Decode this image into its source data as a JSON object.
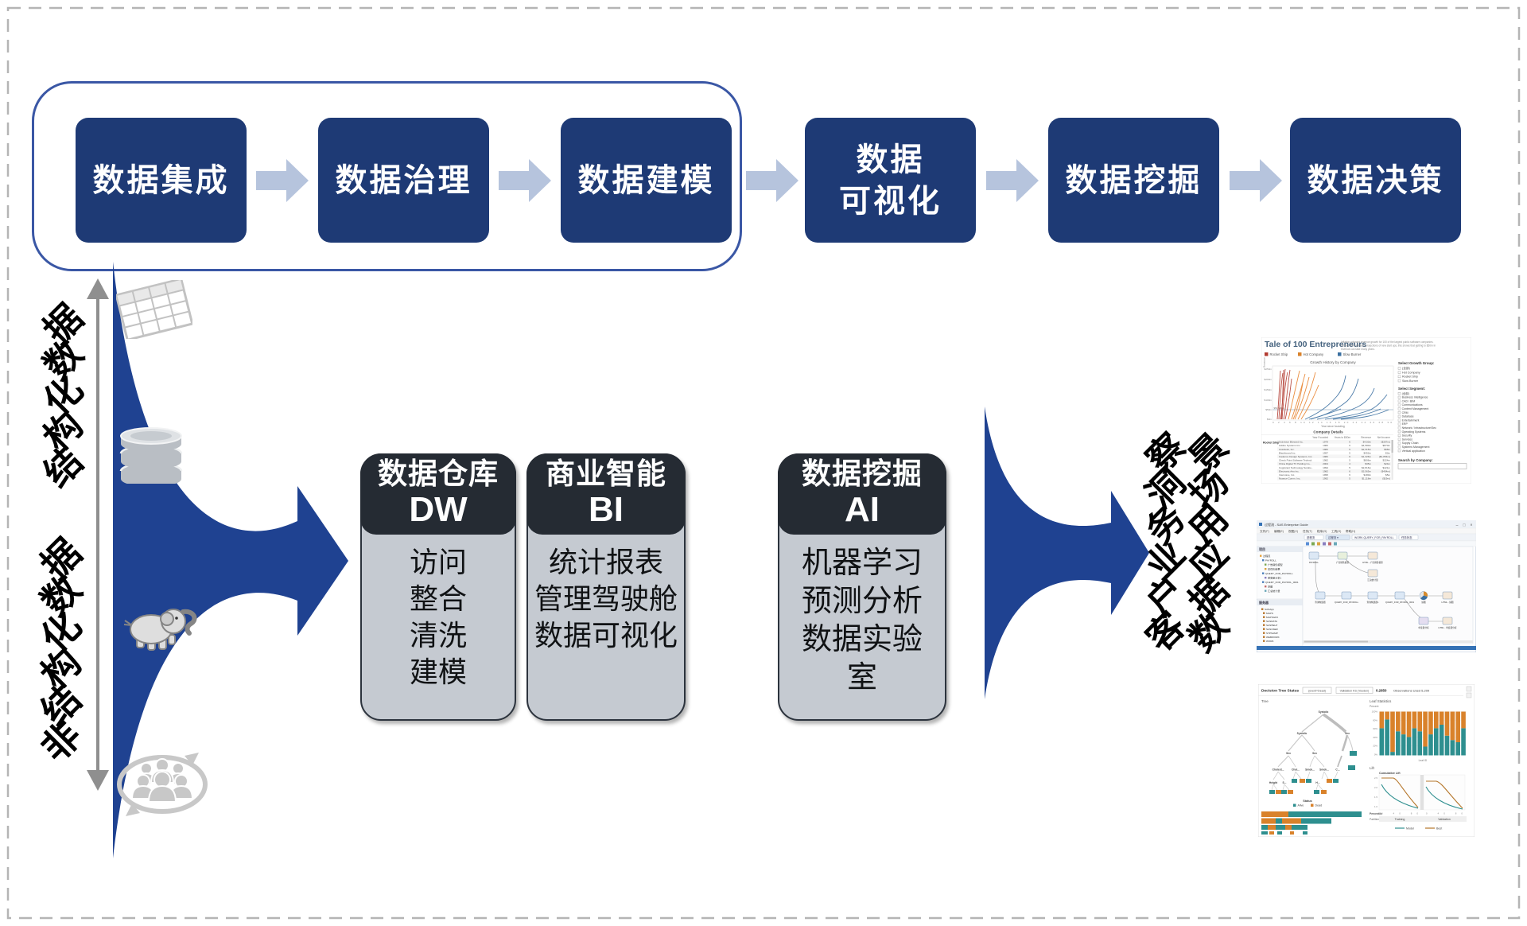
{
  "top_flow": {
    "steps": [
      "数据集成",
      "数据治理",
      "数据建模",
      "数据\n可视化",
      "数据挖掘",
      "数据决策"
    ]
  },
  "sources": {
    "structured_label": "结构化数据",
    "unstructured_label": "非结构化数据",
    "icons": [
      "spreadsheet-table",
      "database-cylinders",
      "hadoop-elephant",
      "people-community-cycle"
    ]
  },
  "platform_boxes": [
    {
      "title": "数据仓库",
      "abbr": "DW",
      "items": [
        "访问",
        "整合",
        "清洗",
        "建模"
      ]
    },
    {
      "title": "商业智能",
      "abbr": "BI",
      "items": [
        "统计报表",
        "管理驾驶舱",
        "数据可视化"
      ]
    },
    {
      "title": "数据挖掘",
      "abbr": "AI",
      "items": [
        "机器学习",
        "预测分析",
        "数据实验室"
      ]
    }
  ],
  "outcome": {
    "line1": "客户业务洞察",
    "line2": "数据应用场景"
  },
  "colors": {
    "navy": "#1e3a75",
    "big_arrow_blue": "#1f4291",
    "flow_arrow": "#b6c4dd",
    "outline_stroke": "#3a57a5",
    "header_dark": "#252b33",
    "panel_gray": "#c5cad1",
    "teal": "#2e8f8f",
    "orange": "#d9822b",
    "red": "#b23b31",
    "blue_line": "#3a6fa0"
  },
  "thumb1": {
    "title": "Tale of 100 Entrepreneurs",
    "sub1": "Inflation adjusted revenue growth for 100 of the largest public software companies.",
    "sub2": "Despite the optimistic projections of new start ups, this shows that getting to $50m in",
    "sub3": "revenue can take many years.",
    "legend": [
      "Rocket Ship",
      "Hot Company",
      "Slow Burner"
    ],
    "chart_title": "Growth History by Company",
    "y_ticks": [
      "$250m",
      "$200m",
      "$150m",
      "$100m",
      "$50m",
      "$0m"
    ],
    "ref_label": "$50 Million",
    "x_ticks": "0  2  4  6  8  10  12  14  16  18  20  22  24  26  28  30",
    "x_label": "Year since founding",
    "y_axis_label": "Revenue",
    "group_filter_title": "Select Growth Group:",
    "group_items": [
      "(全部)",
      "Hot Company",
      "Rocket Ship",
      "Slow Burner"
    ],
    "segment_filter_title": "Select Segment:",
    "segment_items": [
      "(全部)",
      "Business Intelligence",
      "CAD / BIM",
      "Communications",
      "Content Management",
      "CRM",
      "Database",
      "Entertainment",
      "ERP",
      "Network / Infrastructure/Sec",
      "Operating Systems",
      "Security",
      "Services",
      "Supply Chain",
      "Systems Management",
      "Vertical application"
    ],
    "search_label": "Search by Company:",
    "table_title": "Company Details",
    "col_headers": [
      "Year Founded",
      "Years to $50m",
      "Revenue",
      "Net Income"
    ],
    "row_group": "Rocket Ship",
    "rows": [
      [
        "Activision Blizzard Inc.",
        "1979",
        "6",
        "$4,50m",
        "($307m)"
      ],
      [
        "Adobe Systems Inc.",
        "1982",
        "6",
        "$4,580m",
        "$870m"
      ],
      [
        "Autodesk, Inc.",
        "1982",
        "5",
        "$2,315m",
        "$58m"
      ],
      [
        "Blackboard Inc.",
        "1997",
        "5",
        "$452m",
        "$3m"
      ],
      [
        "Cadence Design Systems, Inc.",
        "1982",
        "6",
        "$1,326m",
        "($1,854m)"
      ],
      [
        "Check Point Software Technol.",
        "1982",
        "5",
        "$806m",
        "$324m"
      ],
      [
        "China Digital TV Holding Co...",
        "2004",
        "4",
        "$35m",
        "$24m"
      ],
      [
        "Cognizant Technology Solutio..",
        "1994",
        "5",
        "$2,816m",
        "$421m"
      ],
      [
        "Electronic Arts Inc.",
        "1982",
        "6",
        "$3,565m",
        "($454m)"
      ],
      [
        "Intervoice, Inc.",
        "1995",
        "6",
        "$180m",
        "$5m"
      ],
      [
        "Nuance Comm. Inc.",
        "1992",
        "5",
        "$1,118m",
        "($19m)"
      ]
    ]
  },
  "thumb2": {
    "window_title": "过程流 - SAS Enterprise Guide",
    "menu": [
      "文件(F)",
      "编辑(E)",
      "视图(V)",
      "任务(T)",
      "程序(G)",
      "工具(O)",
      "帮助(H)"
    ],
    "tabs": [
      "进程流",
      "过程流 ▾",
      "WORK.QUERY_FOR_PAYROLL",
      "任务状态"
    ],
    "project_panel_title": "项目",
    "project_tree": [
      "过程流",
      "PAYROLL",
      "广告销售模型",
      "最优化结果",
      "QUERY_FOR_PAYROLL",
      "单变量分析1",
      "QUERY_FOR_PAYROL_0001",
      "饼图",
      "汇总统计量"
    ],
    "server_panel_title": "服务器",
    "server_items": [
      "SASApp",
      "MAPS",
      "MAPSGFK",
      "SASDATA",
      "SASHELP",
      "SASUSER",
      "STPSAMP",
      "WEBWORK",
      "WORK"
    ],
    "nodes": [
      "PAYROLL",
      "广告销售模型",
      "HTML - 广告销售模型",
      "汇总统计量",
      "查询构建器",
      "QUERY_FOR_PAYROLL",
      "查询构建器1",
      "QUERY_FOR_PAYROL_0001",
      "饼图",
      "HTML - 饼图",
      "单变量分析",
      "HTML - 单变量分析"
    ],
    "window_buttons": [
      "–",
      "□",
      "×"
    ]
  },
  "thumb3": {
    "header_title": "Decision Tree Status",
    "badge1": "(event=Dead)",
    "badge2": "Validation KS (Youden)",
    "ks_value": "0.2650",
    "obs_label": "Observations Used 5,209",
    "tree_title": "Tree",
    "tree_nodes": [
      "Systolic",
      "Systolic",
      "Sex",
      "Sex",
      "Sex",
      "Cholest...",
      "Chol...",
      "Smok...",
      "Smok...",
      "Height",
      "S...",
      "H...",
      "C..."
    ],
    "legend_title": "Status",
    "legend_items": [
      "Alive",
      "Dead"
    ],
    "leaf_title": "Leaf Statistics",
    "leaf_y_label": "Percent",
    "leaf_y_ticks": [
      "100%",
      "80%",
      "60%",
      "40%",
      "20%",
      "0%"
    ],
    "leaf_x_label": "Leaf ID",
    "leaf_teal_fracs": [
      0.62,
      0.82,
      0.08,
      0.55,
      0.48,
      0.42,
      0.62,
      0.55,
      0.2,
      0.48,
      0.62,
      0.7,
      0.45,
      0.35,
      0.3,
      0.62
    ],
    "lift_title": "Lift",
    "lift_subtitle": "Cumulative Lift",
    "lift_y_ticks": [
      "2.5",
      "2.0",
      "1.5",
      "1.0"
    ],
    "lift_x_ticks": "0        40        80",
    "lift_x_label": "Percentile",
    "partition_label": "Partition",
    "partition_values": [
      "Training",
      "Validation"
    ],
    "lift_legend": [
      "Model",
      "Best"
    ]
  }
}
